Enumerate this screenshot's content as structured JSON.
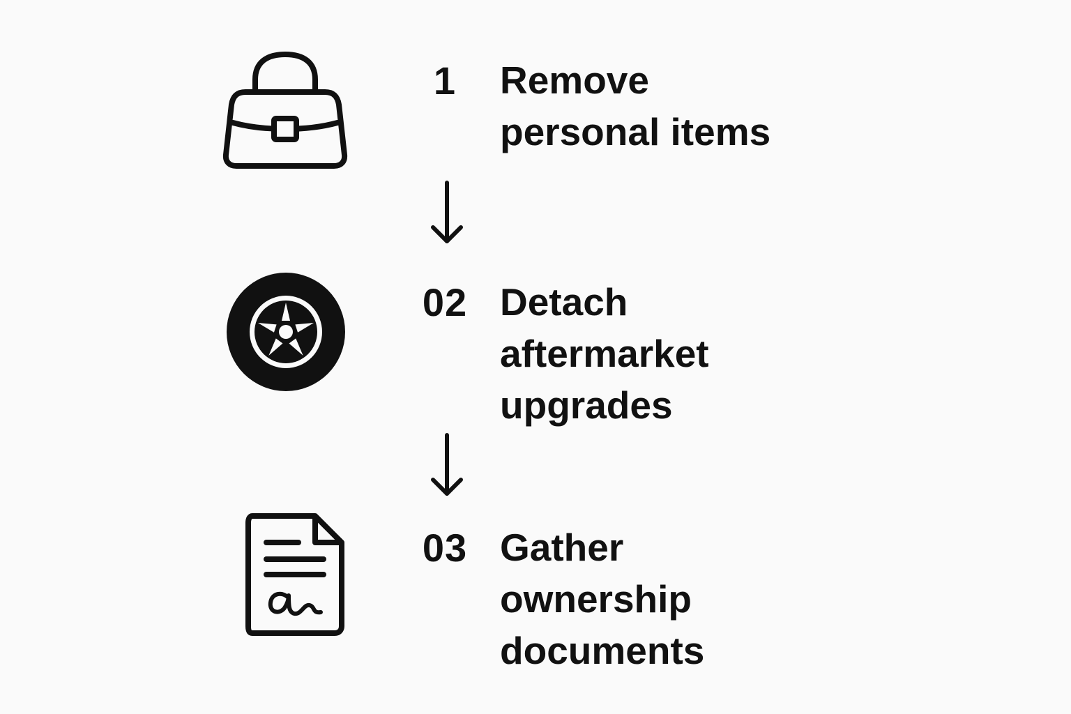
{
  "steps": [
    {
      "number": "1",
      "icon": "handbag-icon",
      "lines": [
        "Remove",
        "personal items"
      ]
    },
    {
      "number": "02",
      "icon": "tire-icon",
      "lines": [
        "Detach",
        "aftermarket",
        "upgrades"
      ]
    },
    {
      "number": "03",
      "icon": "signed-document-icon",
      "lines": [
        "Gather",
        "ownership",
        "documents"
      ]
    }
  ],
  "connectors": [
    "arrow-down-icon",
    "arrow-down-icon"
  ],
  "colors": {
    "background": "#fafafa",
    "ink": "#111111"
  }
}
